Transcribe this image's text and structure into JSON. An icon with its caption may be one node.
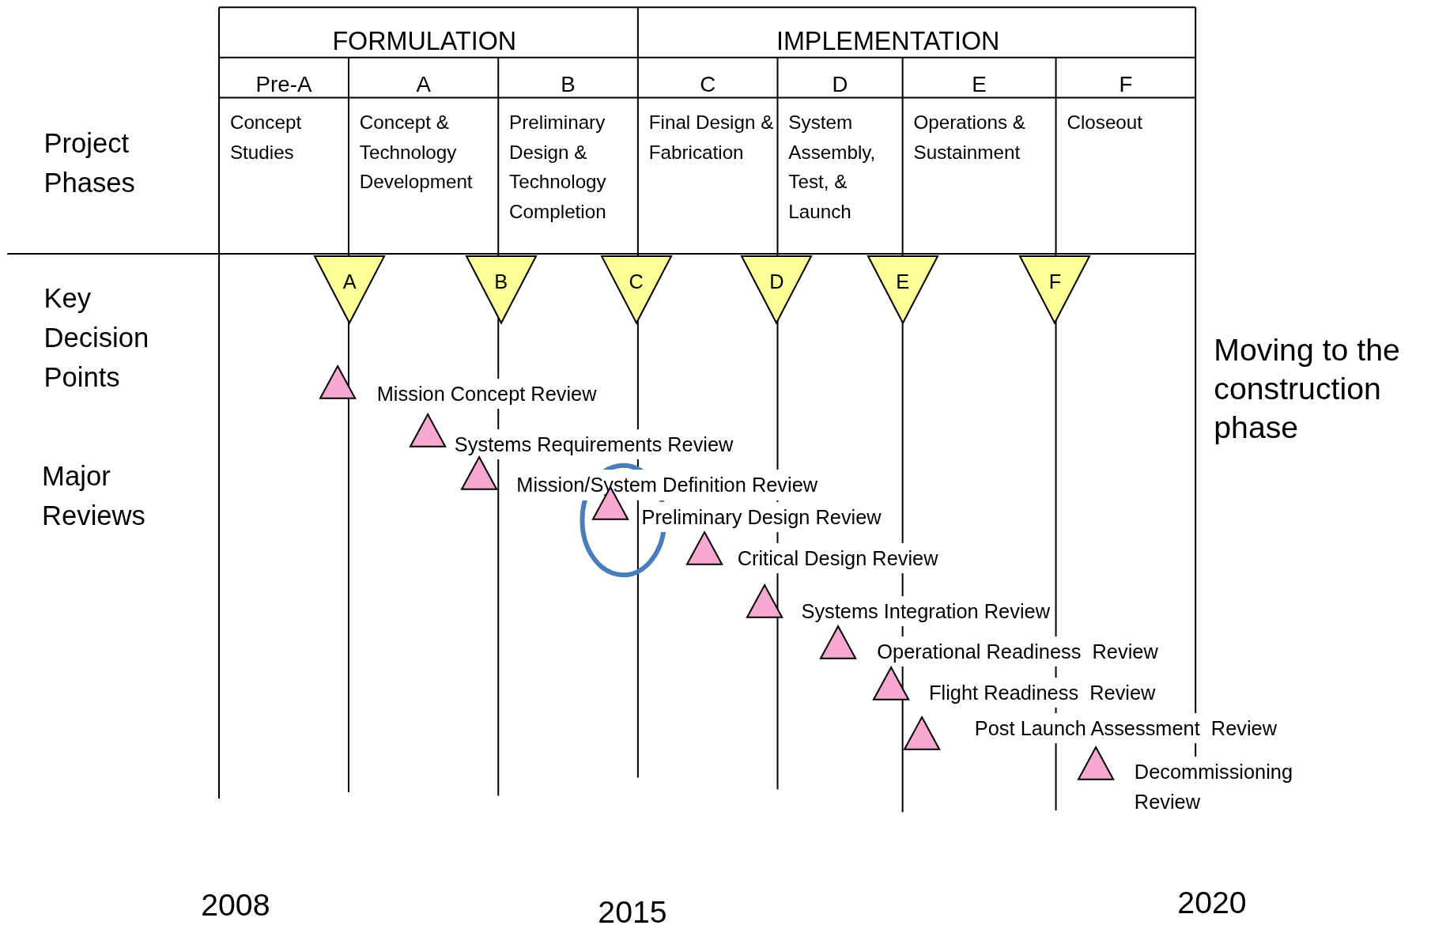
{
  "diagram": {
    "nodes": [
      {
        "text": [
          "A"
        ]
      },
      {
        "text": [
          "B"
        ]
      },
      {
        "text": [
          "C"
        ]
      },
      {
        "text": [
          "D"
        ]
      },
      {
        "text": [
          "E"
        ]
      },
      {
        "text": [
          "F"
        ]
      },
      {
        "text": [
          "Mission Concept Review"
        ]
      },
      {
        "text": [
          "Systems Requirements Review"
        ]
      },
      {
        "text": [
          "Mission/System Definition Review"
        ]
      },
      {
        "text": [
          "Preliminary Design Review"
        ]
      },
      {
        "text": [
          "Critical Design Review"
        ]
      },
      {
        "text": [
          "Systems Integration Review"
        ]
      },
      {
        "text": [
          "Operational Readiness  Review"
        ]
      },
      {
        "text": [
          "Flight Readiness  Review"
        ]
      },
      {
        "text": [
          "Post Launch Assessment  Review"
        ]
      },
      {
        "text": [
          "Decommissioning Review"
        ]
      }
    ],
    "labels": [
      "FORMULATION",
      "IMPLEMENTATION",
      "Pre-A",
      "A",
      "B",
      "C",
      "D",
      "E",
      "F",
      "Project Phases",
      "Concept Studies",
      "Concept & Technology Development",
      "Preliminary Design & Technology Completion",
      "Final Design & Fabrication",
      "System Assembly, Test, & Launch",
      "Operations & Sustainment",
      "Closeout",
      "Key Decision Points",
      "Major Reviews",
      "Moving to the construction phase",
      "2008",
      "2015",
      "2020"
    ]
  }
}
